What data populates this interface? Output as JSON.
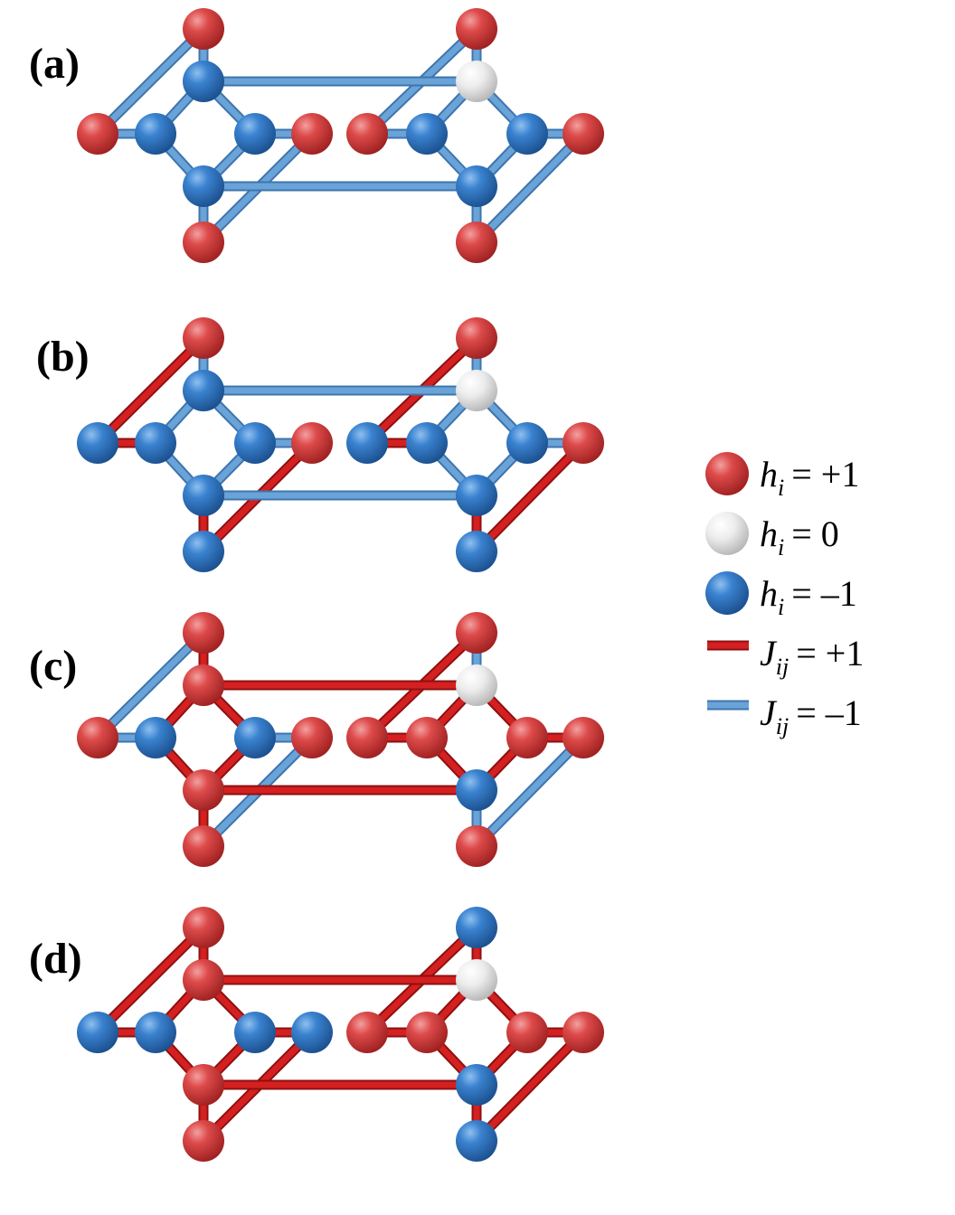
{
  "colors": {
    "positive": "#d63c3c",
    "zero": "#e6e6e6",
    "negative": "#2f78c8",
    "coupling_positive": "#d42020",
    "coupling_negative": "#6aa3d8"
  },
  "panels": [
    {
      "label": "(a)",
      "spins": {
        "L_top": "+1",
        "L_up": "-1",
        "L_left_in": "-1",
        "L_right_in": "-1",
        "L_down": "-1",
        "L_bottom": "+1",
        "L_far_left": "+1",
        "L_far_right": "+1",
        "R_top": "+1",
        "R_up": "0",
        "R_left_in": "-1",
        "R_right_in": "-1",
        "R_down": "-1",
        "R_bottom": "+1",
        "R_far_left": "+1",
        "R_far_right": "+1"
      },
      "couplings": {
        "L_up_left": "-1",
        "L_up_right": "-1",
        "L_down_left": "-1",
        "L_down_right": "-1",
        "L_top_up": "-1",
        "L_down_bottom": "-1",
        "L_far_left_in": "-1",
        "L_right_in_far": "-1",
        "L_top_far_left": "-1",
        "L_far_right_bottom": "-1",
        "R_up_left": "-1",
        "R_up_right": "-1",
        "R_down_left": "-1",
        "R_down_right": "-1",
        "R_top_up": "-1",
        "R_down_bottom": "-1",
        "R_far_left_in": "-1",
        "R_right_in_far": "-1",
        "R_top_far_left": "-1",
        "R_far_right_bottom": "-1",
        "bridge_up": "-1",
        "bridge_down": "-1"
      }
    },
    {
      "label": "(b)",
      "spins": {
        "L_top": "+1",
        "L_up": "-1",
        "L_left_in": "-1",
        "L_right_in": "-1",
        "L_down": "-1",
        "L_bottom": "-1",
        "L_far_left": "-1",
        "L_far_right": "+1",
        "R_top": "+1",
        "R_up": "0",
        "R_left_in": "-1",
        "R_right_in": "-1",
        "R_down": "-1",
        "R_bottom": "-1",
        "R_far_left": "-1",
        "R_far_right": "+1"
      },
      "couplings": {
        "L_up_left": "-1",
        "L_up_right": "-1",
        "L_down_left": "-1",
        "L_down_right": "-1",
        "L_top_up": "-1",
        "L_down_bottom": "+1",
        "L_far_left_in": "+1",
        "L_right_in_far": "-1",
        "L_top_far_left": "+1",
        "L_far_right_bottom": "+1",
        "R_up_left": "-1",
        "R_up_right": "-1",
        "R_down_left": "-1",
        "R_down_right": "-1",
        "R_top_up": "-1",
        "R_down_bottom": "+1",
        "R_far_left_in": "+1",
        "R_right_in_far": "-1",
        "R_top_far_left": "+1",
        "R_far_right_bottom": "+1",
        "bridge_up": "-1",
        "bridge_down": "-1"
      }
    },
    {
      "label": "(c)",
      "spins": {
        "L_top": "+1",
        "L_up": "+1",
        "L_left_in": "-1",
        "L_right_in": "-1",
        "L_down": "+1",
        "L_bottom": "+1",
        "L_far_left": "+1",
        "L_far_right": "+1",
        "R_top": "+1",
        "R_up": "0",
        "R_left_in": "+1",
        "R_right_in": "+1",
        "R_down": "-1",
        "R_bottom": "+1",
        "R_far_left": "+1",
        "R_far_right": "+1"
      },
      "couplings": {
        "L_up_left": "+1",
        "L_up_right": "+1",
        "L_down_left": "+1",
        "L_down_right": "+1",
        "L_top_up": "+1",
        "L_down_bottom": "+1",
        "L_far_left_in": "-1",
        "L_right_in_far": "-1",
        "L_top_far_left": "-1",
        "L_far_right_bottom": "-1",
        "R_up_left": "+1",
        "R_up_right": "+1",
        "R_down_left": "+1",
        "R_down_right": "+1",
        "R_top_up": "-1",
        "R_down_bottom": "-1",
        "R_far_left_in": "+1",
        "R_right_in_far": "+1",
        "R_top_far_left": "+1",
        "R_far_right_bottom": "-1",
        "bridge_up": "+1",
        "bridge_down": "+1"
      }
    },
    {
      "label": "(d)",
      "spins": {
        "L_top": "+1",
        "L_up": "+1",
        "L_left_in": "-1",
        "L_right_in": "-1",
        "L_down": "+1",
        "L_bottom": "+1",
        "L_far_left": "-1",
        "L_far_right": "-1",
        "R_top": "-1",
        "R_up": "0",
        "R_left_in": "+1",
        "R_right_in": "+1",
        "R_down": "-1",
        "R_bottom": "-1",
        "R_far_left": "+1",
        "R_far_right": "+1"
      },
      "couplings": {
        "L_up_left": "+1",
        "L_up_right": "+1",
        "L_down_left": "+1",
        "L_down_right": "+1",
        "L_top_up": "+1",
        "L_down_bottom": "+1",
        "L_far_left_in": "+1",
        "L_right_in_far": "+1",
        "L_top_far_left": "+1",
        "L_far_right_bottom": "+1",
        "R_up_left": "+1",
        "R_up_right": "+1",
        "R_down_left": "+1",
        "R_down_right": "+1",
        "R_top_up": "+1",
        "R_down_bottom": "+1",
        "R_far_left_in": "+1",
        "R_right_in_far": "+1",
        "R_top_far_left": "+1",
        "R_far_right_bottom": "+1",
        "bridge_up": "+1",
        "bridge_down": "+1"
      }
    }
  ],
  "legend": {
    "items": [
      {
        "kind": "node",
        "value": "+1",
        "symbol": "h",
        "sub": "i",
        "eq": "= +1"
      },
      {
        "kind": "node",
        "value": "0",
        "symbol": "h",
        "sub": "i",
        "eq": "= 0"
      },
      {
        "kind": "node",
        "value": "-1",
        "symbol": "h",
        "sub": "i",
        "eq": "= –1"
      },
      {
        "kind": "coupling",
        "value": "+1",
        "symbol": "J",
        "sub": "ij",
        "eq": "= +1"
      },
      {
        "kind": "coupling",
        "value": "-1",
        "symbol": "J",
        "sub": "ij",
        "eq": "= –1"
      }
    ]
  }
}
